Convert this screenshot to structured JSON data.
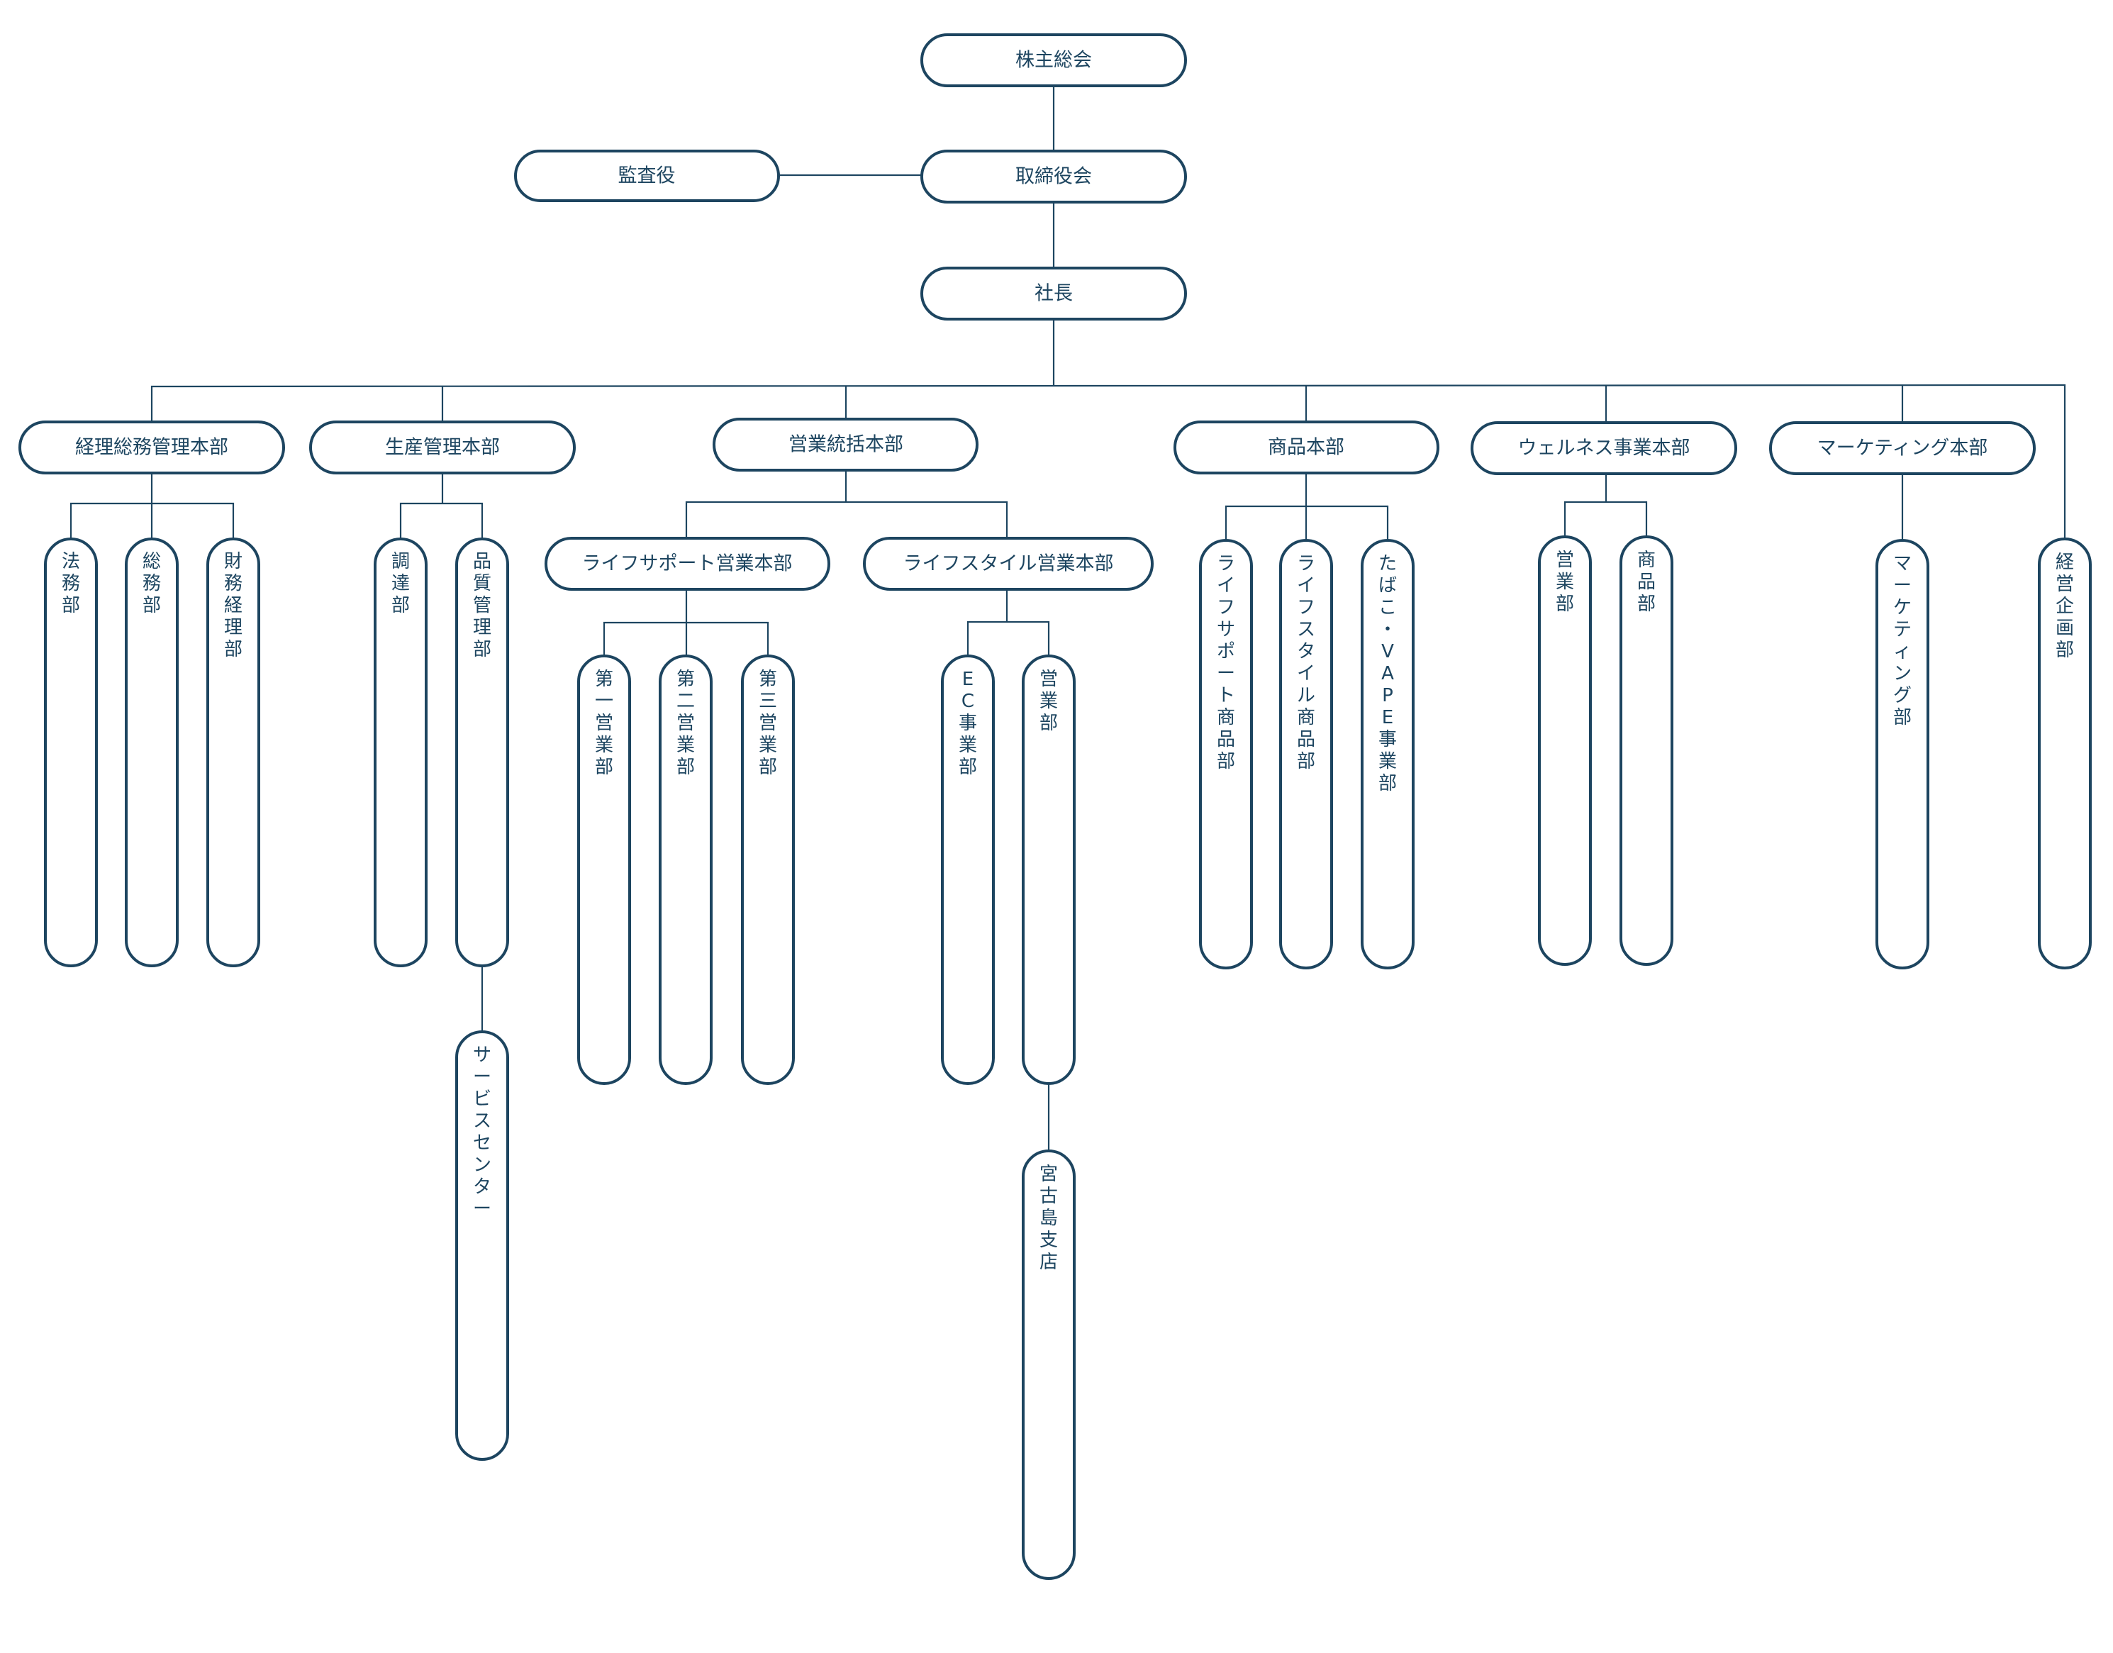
{
  "nodes": {
    "shareholders": "株主総会",
    "board": "取締役会",
    "auditor": "監査役",
    "president": "社長",
    "finance_hq": "経理総務管理本部",
    "legal": "法務部",
    "general_affairs": "総務部",
    "finance": "財務経理部",
    "production_hq": "生産管理本部",
    "procurement": "調達部",
    "quality": "品質管理部",
    "service_center": "サービスセンター",
    "sales_hq": "営業統括本部",
    "life_support_sales_hq": "ライフサポート営業本部",
    "sales1": "第一営業部",
    "sales2": "第二営業部",
    "sales3": "第三営業部",
    "lifestyle_sales_hq": "ライフスタイル営業本部",
    "ec": "EC事業部",
    "lifestyle_sales": "営業部",
    "miyakojima": "宮古島支店",
    "product_hq": "商品本部",
    "life_support_products": "ライフサポート商品部",
    "lifestyle_products": "ライフスタイル商品部",
    "tobacco_vape": "たばこ・VAPE事業部",
    "wellness_hq": "ウェルネス事業本部",
    "wellness_sales": "営業部",
    "wellness_products": "商品部",
    "marketing_hq": "マーケティング本部",
    "marketing": "マーケティング部",
    "corporate_planning": "経営企画部"
  },
  "colors": {
    "line": "#1d4560",
    "box_fill": "#ffffff",
    "background": "#ffffff"
  }
}
